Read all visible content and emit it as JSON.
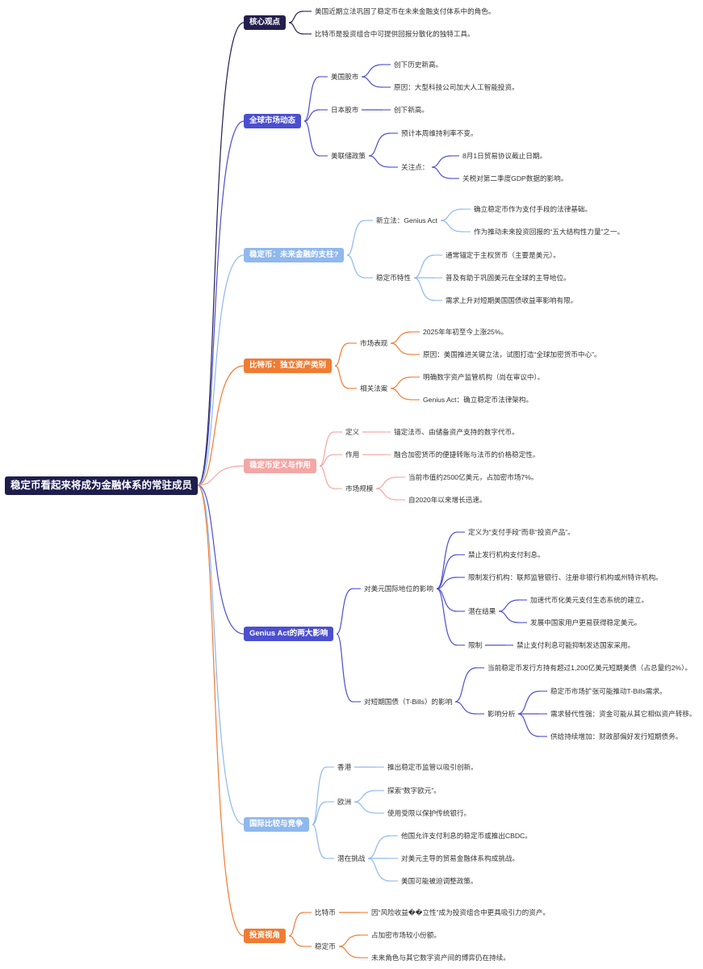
{
  "root": "稳定币看起来将成为金融体系的常驻成员",
  "colors": {
    "core": "#23204f",
    "global": "#4b4fd0",
    "stable": "#8fb8ee",
    "btc": "#f07c33",
    "def": "#f4a6a4",
    "genius": "#4b4fd0",
    "intl": "#8fb8ee",
    "invest": "#f07c33"
  },
  "branches": [
    {
      "label": "核心观点",
      "children": [
        {
          "label": "美国近期立法巩固了稳定币在未来金融支付体系中的角色。"
        },
        {
          "label": "比特币是投资组合中可提供回报分散化的独特工具。"
        }
      ]
    },
    {
      "label": "全球市场动态",
      "children": [
        {
          "label": "美国股市",
          "children": [
            {
              "label": "创下历史新高。"
            },
            {
              "label": "原因：大型科技公司加大人工智能投资。"
            }
          ]
        },
        {
          "label": "日本股市",
          "children": [
            {
              "label": "创下新高。"
            }
          ]
        },
        {
          "label": "美联储政策",
          "children": [
            {
              "label": "预计本周维持利率不变。"
            },
            {
              "label": "关注点：",
              "children": [
                {
                  "label": "8月1日贸易协议截止日期。"
                },
                {
                  "label": "关税对第二季度GDP数据的影响。"
                }
              ]
            }
          ]
        }
      ]
    },
    {
      "label": "稳定币：未来金融的支柱?",
      "children": [
        {
          "label": "新立法：Genius Act",
          "children": [
            {
              "label": "确立稳定币作为支付手段的法律基础。"
            },
            {
              "label": "作为推动未来投资回报的“五大结构性力量”之一。"
            }
          ]
        },
        {
          "label": "稳定币特性",
          "children": [
            {
              "label": "通常锚定于主权货币（主要是美元）。"
            },
            {
              "label": "普及有助于巩固美元在全球的主导地位。"
            },
            {
              "label": "需求上升对短期美国国债收益率影响有限。"
            }
          ]
        }
      ]
    },
    {
      "label": "比特币：独立资产类别",
      "children": [
        {
          "label": "市场表现",
          "children": [
            {
              "label": "2025年年初至今上涨25%。"
            },
            {
              "label": "原因：美国推进关键立法，试图打造“全球加密货币中心”。"
            }
          ]
        },
        {
          "label": "相关法案",
          "children": [
            {
              "label": "明确数字资产监管机构（尚在审议中）。"
            },
            {
              "label": "Genius Act：确立稳定币法律架构。"
            }
          ]
        }
      ]
    },
    {
      "label": "稳定币定义与作用",
      "children": [
        {
          "label": "定义",
          "children": [
            {
              "label": "锚定法币、由储备资产支持的数字代币。"
            }
          ]
        },
        {
          "label": "作用",
          "children": [
            {
              "label": "融合加密货币的便捷转账与法币的价格稳定性。"
            }
          ]
        },
        {
          "label": "市场规模",
          "children": [
            {
              "label": "当前市值约2500亿美元，占加密市场7%。"
            },
            {
              "label": "自2020年以来增长迅速。"
            }
          ]
        }
      ]
    },
    {
      "label": "Genius Act的两大影响",
      "children": [
        {
          "label": "对美元国际地位的影响",
          "children": [
            {
              "label": "定义为“支付手段”而非“投资产品”。"
            },
            {
              "label": "禁止发行机构支付利息。"
            },
            {
              "label": "限制发行机构：联邦监管银行、注册非银行机构或州特许机构。"
            },
            {
              "label": "潜在结果",
              "children": [
                {
                  "label": "加速代币化美元支付生态系统的建立。"
                },
                {
                  "label": "发展中国家用户更易获得稳定美元。"
                }
              ]
            },
            {
              "label": "限制",
              "children": [
                {
                  "label": "禁止支付利息可能抑制发达国家采用。"
                }
              ]
            }
          ]
        },
        {
          "label": "对短期国债（T-Bills）的影响",
          "children": [
            {
              "label": "当前稳定币发行方持有超过1,200亿美元短期美债（占总量约2%）。"
            },
            {
              "label": "影响分析",
              "children": [
                {
                  "label": "稳定币市场扩张可能推动T-Bills需求。"
                },
                {
                  "label": "需求替代性强：资金可能从其它相似资产转移。"
                },
                {
                  "label": "供给持续增加：财政部偏好发行短期债务。"
                }
              ]
            }
          ]
        }
      ]
    },
    {
      "label": "国际比较与竞争",
      "children": [
        {
          "label": "香港",
          "children": [
            {
              "label": "推出稳定币监管以吸引创新。"
            }
          ]
        },
        {
          "label": "欧洲",
          "children": [
            {
              "label": "探索“数字欧元”。"
            },
            {
              "label": "使用受限以保护传统银行。"
            }
          ]
        },
        {
          "label": "潜在挑战",
          "children": [
            {
              "label": "他国允许支付利息的稳定币或推出CBDC。"
            },
            {
              "label": "对美元主导的贸易金融体系构成挑战。"
            },
            {
              "label": "美国可能被迫调整政策。"
            }
          ]
        }
      ]
    },
    {
      "label": "投资视角",
      "children": [
        {
          "label": "比特币",
          "children": [
            {
              "label": "因“风险收益��立性”成为投资组合中更具吸引力的资产。"
            }
          ]
        },
        {
          "label": "稳定币",
          "children": [
            {
              "label": "占加密市场较小份额。"
            },
            {
              "label": "未来角色与其它数字资产间的博弈仍在持续。"
            }
          ]
        }
      ]
    }
  ]
}
